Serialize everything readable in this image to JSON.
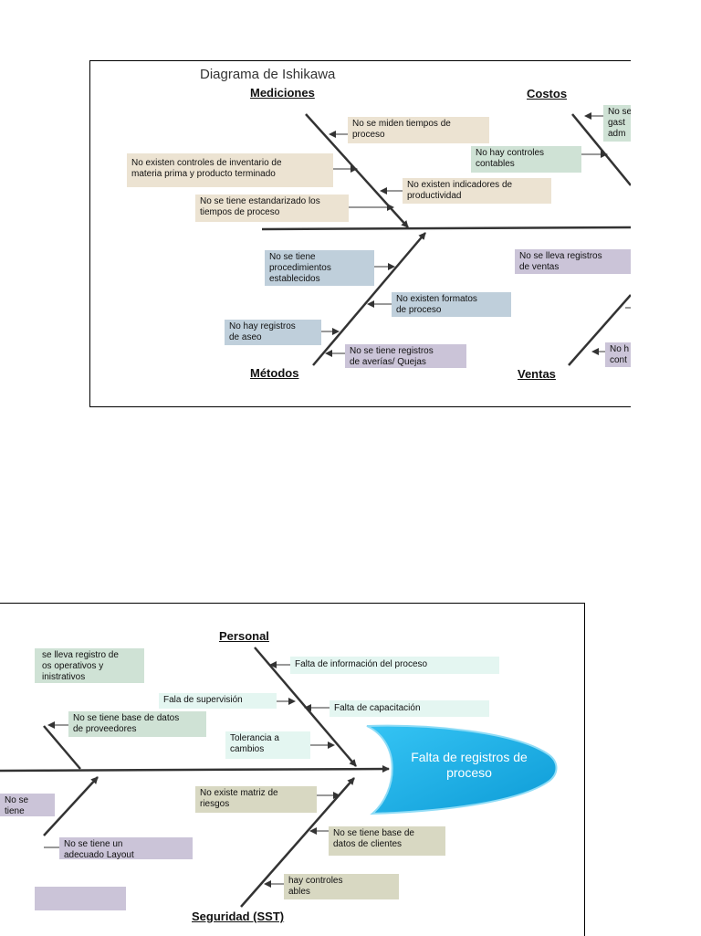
{
  "top": {
    "title": "Diagrama de Ishikawa",
    "categories": {
      "mediciones": "Mediciones",
      "costos": "Costos",
      "metodos": "Métodos",
      "ventas": "Ventas"
    },
    "boxes": [
      "No se miden tiempos de\nproceso",
      "No existen controles de inventario de\nmateria prima y producto terminado",
      "No existen indicadores de\nproductividad",
      "No se tiene estandarizado los\ntiempos de proceso",
      "No se\ngast\nadm",
      "No hay controles\ncontables",
      "No se tiene\nprocedimientos\nestablecidos",
      "No existen formatos\nde proceso",
      "No hay registros\nde aseo",
      "No se tiene registros\nde averías/ Quejas",
      "No se lleva registros\nde ventas",
      "No h\ncont"
    ]
  },
  "bottom": {
    "categories": {
      "personal": "Personal",
      "seguridad": "Seguridad (SST)"
    },
    "effect": "Falta de registros de\nproceso",
    "boxes": [
      "se lleva registro de\nos operativos y\ninistrativos",
      "Falta de información del proceso",
      "Fala de supervisión",
      "Falta de capacitación",
      "No se tiene base de datos\nde proveedores",
      "Tolerancia a\ncambios",
      "No existe matriz de\nriesgos",
      "No se tiene registro\nde uso de EPP",
      "No se tiene base de\ndatos de clientes",
      "No se tiene un\nadecuado Layout",
      "hay controles\nables"
    ]
  },
  "colors": {
    "tan": "#ece3d2",
    "green": "#cfe2d5",
    "blue": "#bfcfdb",
    "lavender": "#cbc4d8",
    "aqua": "#e4f6f1",
    "olive": "#d8d8c2",
    "effect_head": "#1aa9e0"
  }
}
